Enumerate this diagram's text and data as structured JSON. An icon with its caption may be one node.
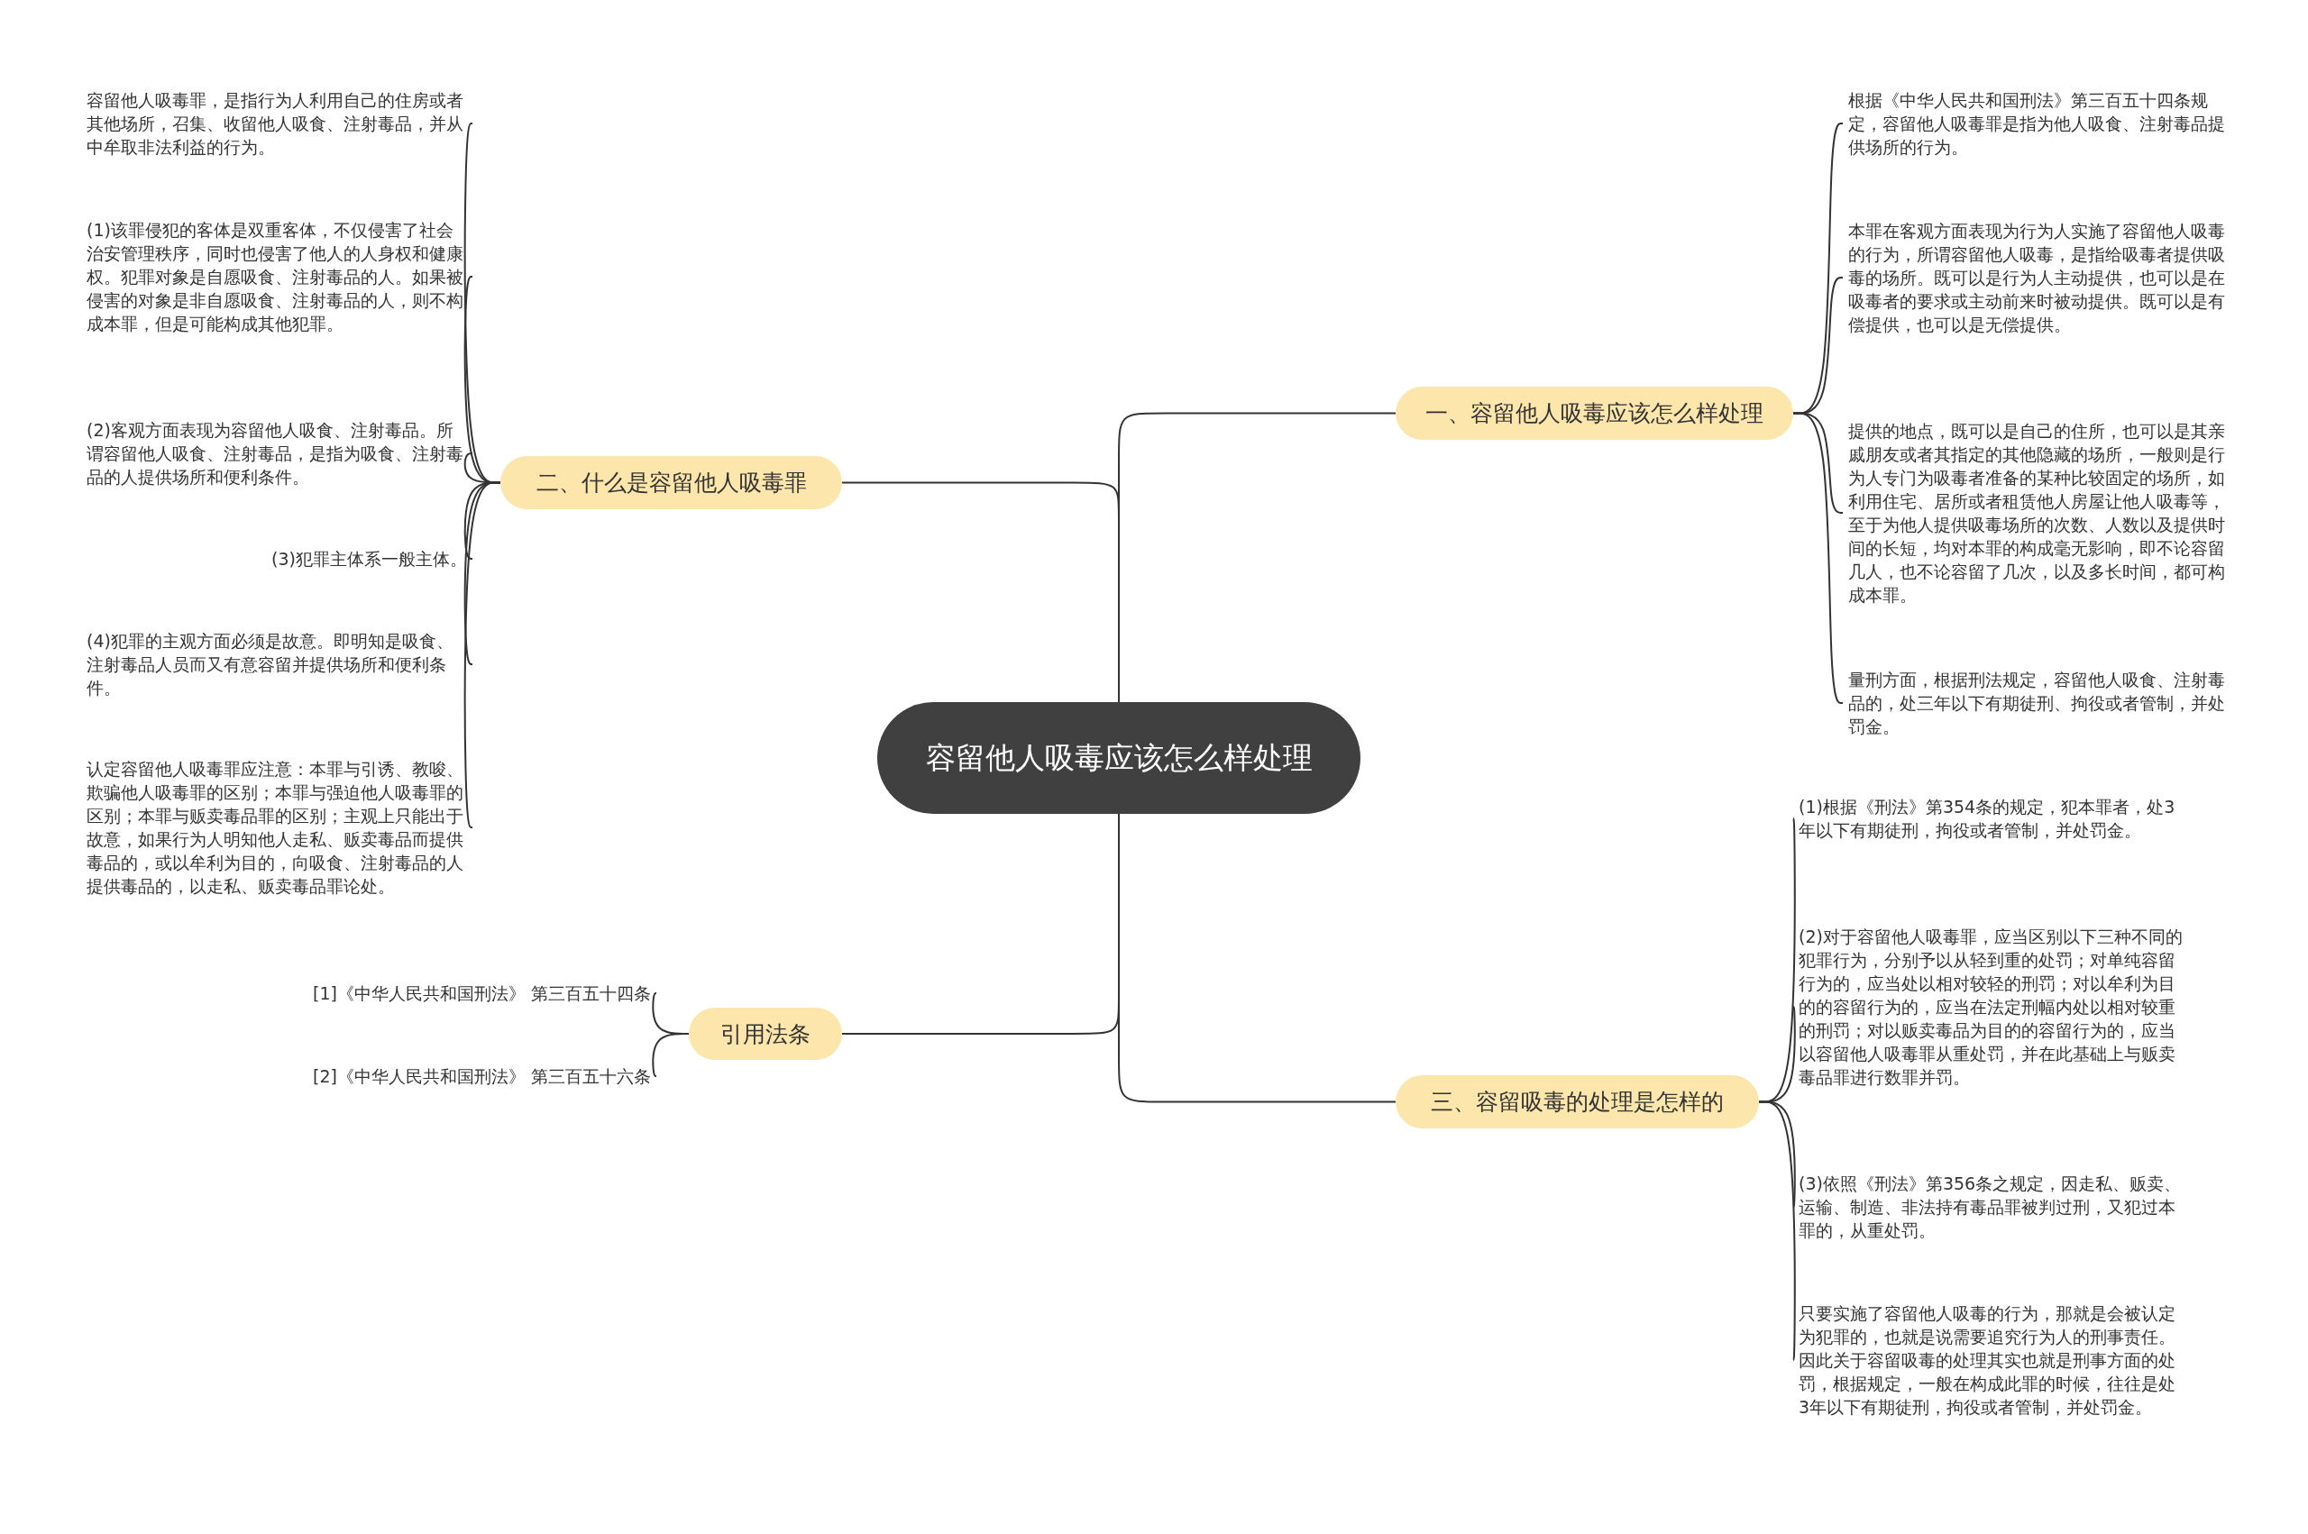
{
  "diagram": {
    "nodes": [
      {
        "text": [
          "容留他人吸毒应该怎么样处理"
        ]
      },
      {
        "text": [
          "一、容留他人吸毒应该怎么样处理"
        ]
      },
      {
        "text": [
          "根据《中华人民共和国刑法》第三百五十四条规定，容留他人吸毒罪是指为他人吸食、注射毒品提供场所的行为。"
        ]
      },
      {
        "text": [
          "本罪在客观方面表现为行为人实施了容留他人吸毒的行为，所谓容留他人吸毒，是指给吸毒者提供吸毒的场所。既可以是行为人主动提供，也可以是在吸毒者的要求或主动前来时被动提供。既可以是有偿提供，也可以是无偿提供。"
        ]
      },
      {
        "text": [
          "提供的地点，既可以是自己的住所，也可以是其亲戚朋友或者其指定的其他隐藏的场所，一般则是行为人专门为吸毒者准备的某种比较固定的场所，如利用住宅、居所或者租赁他人房屋让他人吸毒等，至于为他人提供吸毒场所的次数、人数以及提供时间的长短，均对本罪的构成毫无影响，即不论容留几人，也不论容留了几次，以及多长时间，都可构成本罪。"
        ]
      },
      {
        "text": [
          "量刑方面，根据刑法规定，容留他人吸食、注射毒品的，处三年以下有期徒刑、拘役或者管制，并处罚金。"
        ]
      },
      {
        "text": [
          "二、什么是容留他人吸毒罪"
        ]
      },
      {
        "text": [
          "容留他人吸毒罪，是指行为人利用自己的住房或者其他场所，召集、收留他人吸食、注射毒品，并从中牟取非法利益的行为。"
        ]
      },
      {
        "text": [
          "(1)该罪侵犯的客体是双重客体，不仅侵害了社会治安管理秩序，同时也侵害了他人的人身权和健康权。犯罪对象是自愿吸食、注射毒品的人。如果被侵害的对象是非自愿吸食、注射毒品的人，则不构成本罪，但是可能构成其他犯罪。"
        ]
      },
      {
        "text": [
          "(2)客观方面表现为容留他人吸食、注射毒品。所谓容留他人吸食、注射毒品，是指为吸食、注射毒品的人提供场所和便利条件。"
        ]
      },
      {
        "text": [
          "(3)犯罪主体系一般主体。"
        ]
      },
      {
        "text": [
          "(4)犯罪的主观方面必须是故意。即明知是吸食、注射毒品人员而又有意容留并提供场所和便利条件。"
        ]
      },
      {
        "text": [
          "认定容留他人吸毒罪应注意：本罪与引诱、教唆、欺骗他人吸毒罪的区别；本罪与强迫他人吸毒罪的区别；本罪与贩卖毒品罪的区别；主观上只能出于故意，如果行为人明知他人走私、贩卖毒品而提供毒品的，或以牟利为目的，向吸食、注射毒品的人提供毒品的，以走私、贩卖毒品罪论处。"
        ]
      },
      {
        "text": [
          "引用法条"
        ]
      },
      {
        "text": [
          "[1]《中华人民共和国刑法》 第三百五十四条"
        ]
      },
      {
        "text": [
          "[2]《中华人民共和国刑法》 第三百五十六条"
        ]
      },
      {
        "text": [
          "三、容留吸毒的处理是怎样的"
        ]
      },
      {
        "text": [
          "(1)根据《刑法》第354条的规定，犯本罪者，处3年以下有期徒刑，拘役或者管制，并处罚金。"
        ]
      },
      {
        "text": [
          "(2)对于容留他人吸毒罪，应当区别以下三种不同的犯罪行为，分别予以从轻到重的处罚；对单纯容留行为的，应当处以相对较轻的刑罚；对以牟利为目的的容留行为的，应当在法定刑幅内处以相对较重的刑罚；对以贩卖毒品为目的的容留行为的，应当以容留他人吸毒罪从重处罚，并在此基础上与贩卖毒品罪进行数罪并罚。"
        ]
      },
      {
        "text": [
          "(3)依照《刑法》第356条之规定，因走私、贩卖、运输、制造、非法持有毒品罪被判过刑，又犯过本罪的，从重处罚。"
        ]
      },
      {
        "text": [
          "只要实施了容留他人吸毒的行为，那就是会被认定为犯罪的，也就是说需要追究行为人的刑事责任。因此关于容留吸毒的处理其实也就是刑事方面的处罚，根据规定，一般在构成此罪的时候，往往是处3年以下有期徒刑，拘役或者管制，并处罚金。"
        ]
      }
    ],
    "edges": [
      {
        "from": 0,
        "to": 1,
        "arrow": "none"
      },
      {
        "from": 1,
        "to": 2,
        "arrow": "none"
      },
      {
        "from": 1,
        "to": 3,
        "arrow": "none"
      },
      {
        "from": 1,
        "to": 4,
        "arrow": "none"
      },
      {
        "from": 1,
        "to": 5,
        "arrow": "none"
      },
      {
        "from": 0,
        "to": 6,
        "arrow": "none"
      },
      {
        "from": 6,
        "to": 7,
        "arrow": "none"
      },
      {
        "from": 6,
        "to": 8,
        "arrow": "none"
      },
      {
        "from": 6,
        "to": 9,
        "arrow": "none"
      },
      {
        "from": 6,
        "to": 10,
        "arrow": "none"
      },
      {
        "from": 6,
        "to": 11,
        "arrow": "none"
      },
      {
        "from": 6,
        "to": 12,
        "arrow": "none"
      },
      {
        "from": 0,
        "to": 13,
        "arrow": "none"
      },
      {
        "from": 13,
        "to": 14,
        "arrow": "none"
      },
      {
        "from": 13,
        "to": 15,
        "arrow": "none"
      },
      {
        "from": 0,
        "to": 16,
        "arrow": "none"
      },
      {
        "from": 16,
        "to": 17,
        "arrow": "none"
      },
      {
        "from": 16,
        "to": 18,
        "arrow": "none"
      },
      {
        "from": 16,
        "to": 19,
        "arrow": "none"
      },
      {
        "from": 16,
        "to": 20,
        "arrow": "none"
      }
    ]
  }
}
